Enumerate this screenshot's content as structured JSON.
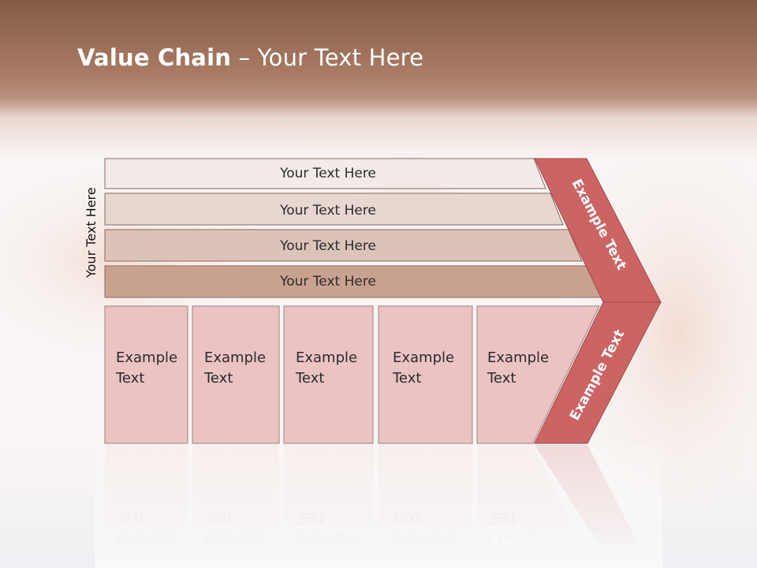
{
  "slide": {
    "title_bold": "Value Chain",
    "title_rest": " – Your Text Here"
  },
  "diagram": {
    "vertical_label": "Your Text Here",
    "rows": [
      {
        "label": "Your Text Here",
        "color": "#f3ebe9"
      },
      {
        "label": "Your Text Here",
        "color": "#e8d6d0"
      },
      {
        "label": "Your Text Here",
        "color": "#dcc3b8"
      },
      {
        "label": "Your Text Here",
        "color": "#c9a28f"
      }
    ],
    "cells": [
      {
        "line1": "Example",
        "line2": "Text"
      },
      {
        "line1": "Example",
        "line2": "Text"
      },
      {
        "line1": "Example",
        "line2": "Text"
      },
      {
        "line1": "Example",
        "line2": "Text"
      },
      {
        "line1": "Example",
        "line2": "Text"
      }
    ],
    "cell_color": "#ebc3c3",
    "chevron_color": "#cd6464",
    "chevron_top_label": "Example Text",
    "chevron_bottom_label": "Example Text"
  }
}
